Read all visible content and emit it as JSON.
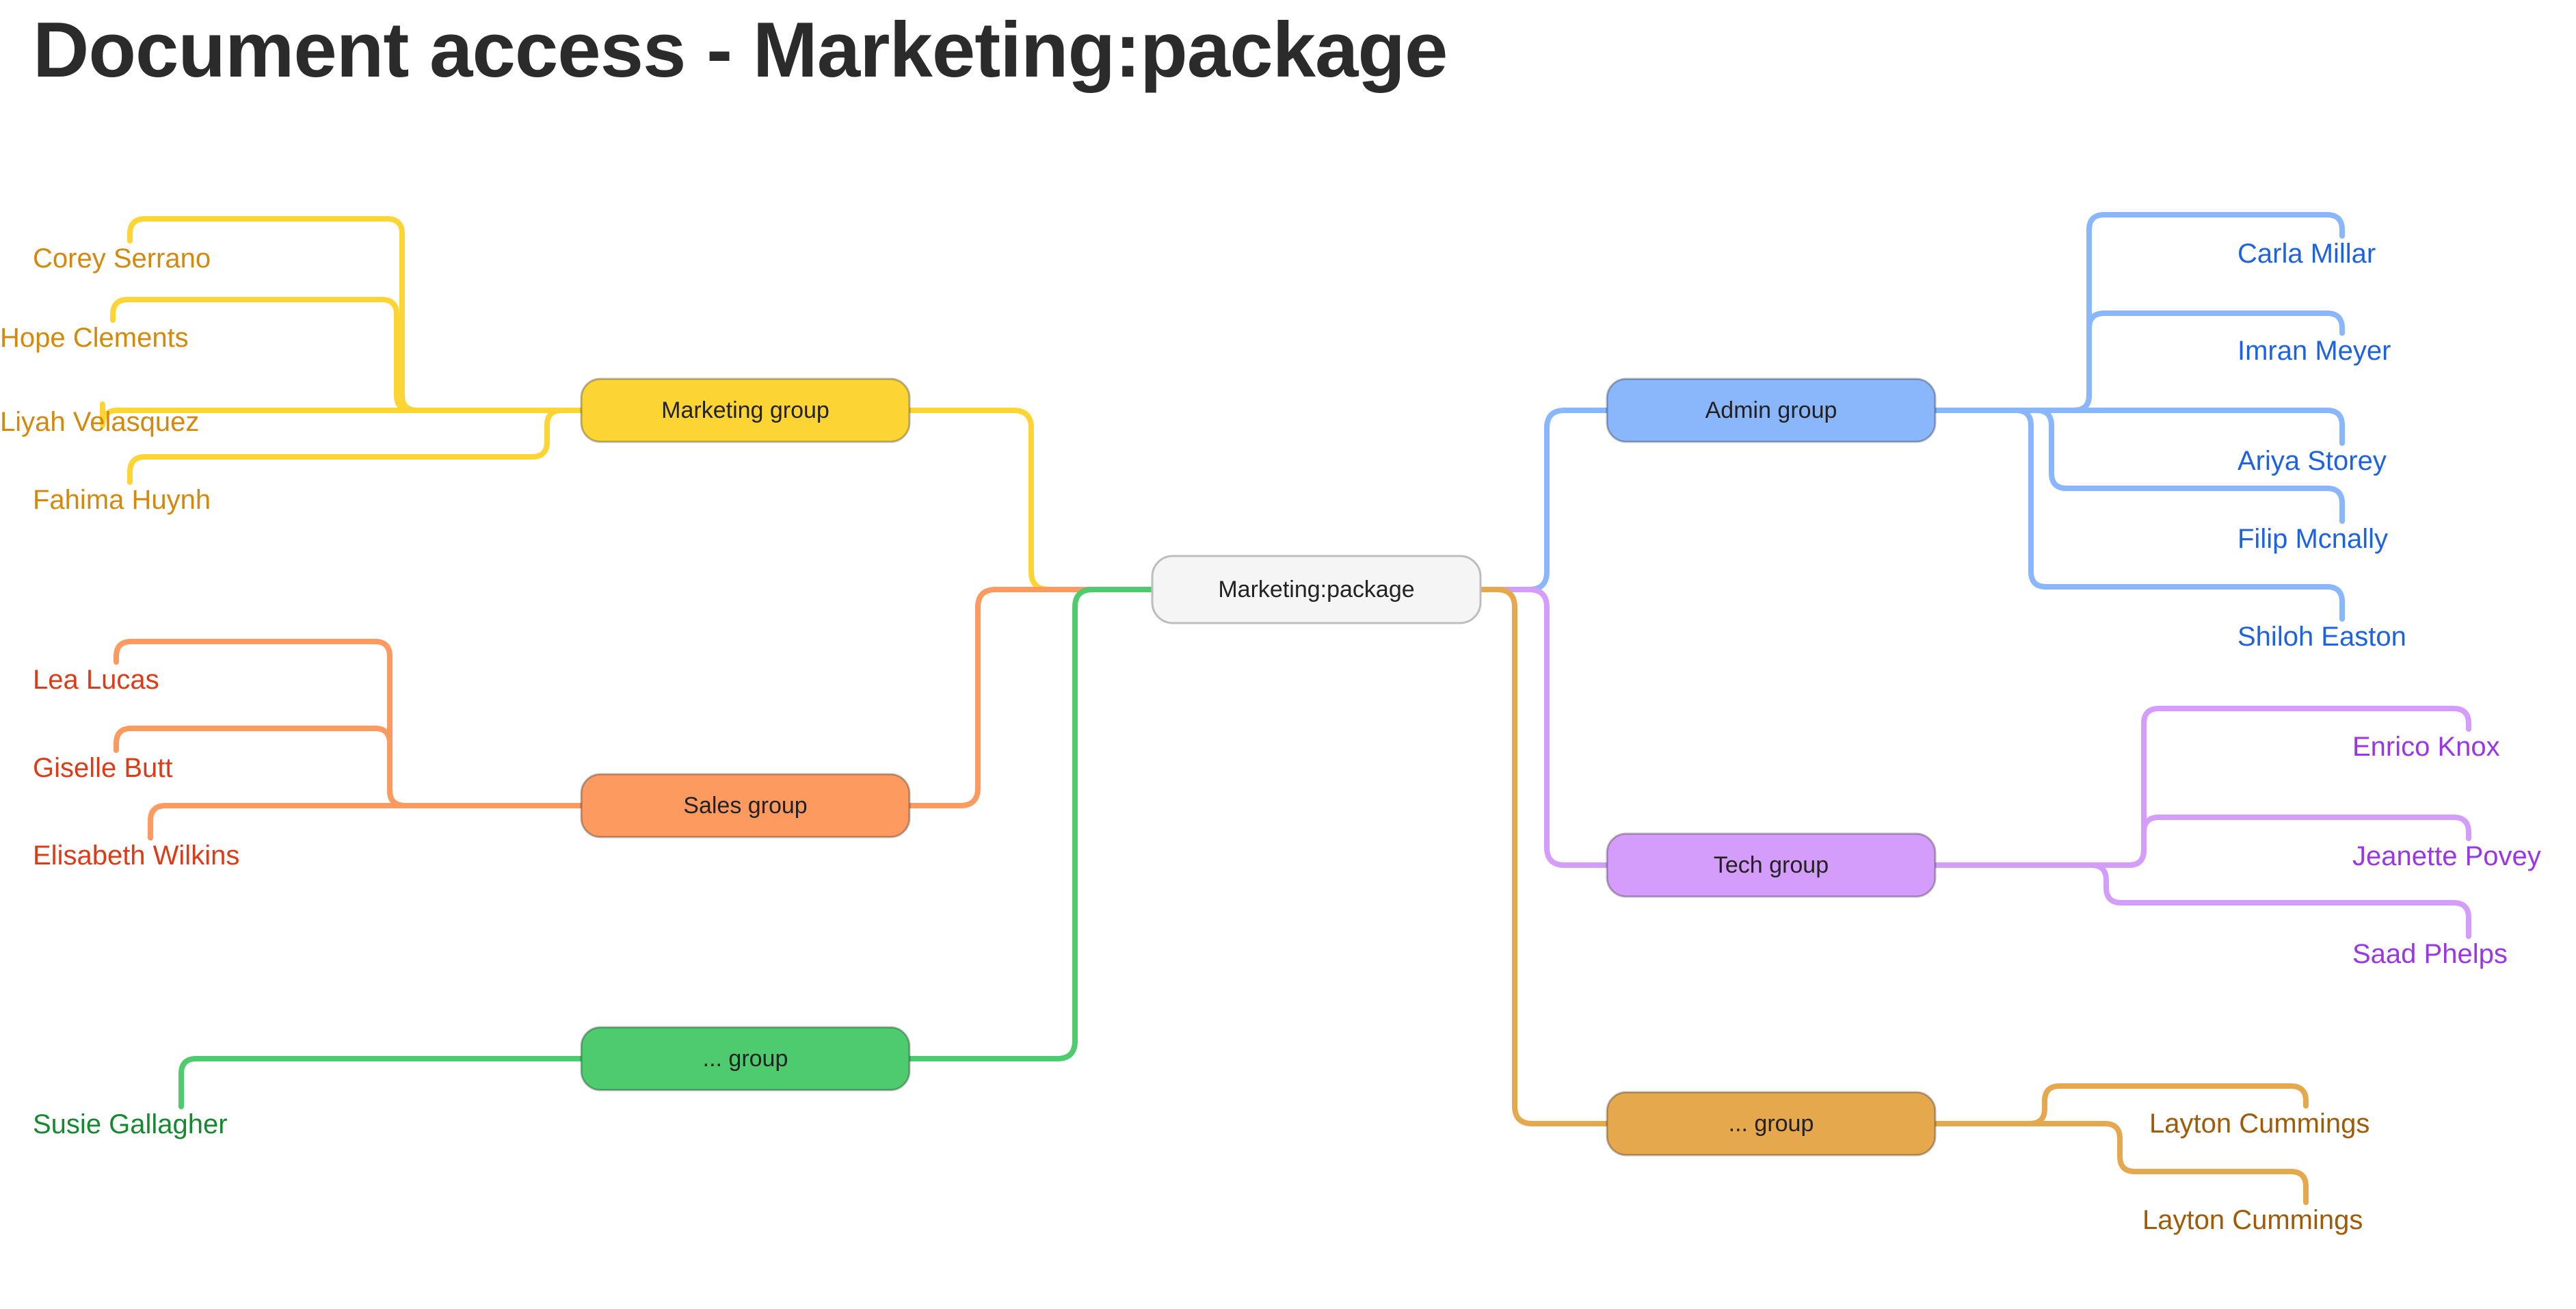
{
  "title": "Document access - Marketing:package",
  "root": {
    "label": "Marketing:package"
  },
  "groups": [
    {
      "id": "marketing",
      "label": "Marketing group",
      "color": "#fcd535",
      "text_color": "#d4890c",
      "members": [
        "Corey Serrano",
        "Hope Clements",
        "Liyah Velasquez",
        "Fahima Huynh"
      ]
    },
    {
      "id": "sales",
      "label": "Sales group",
      "color": "#fd9a60",
      "text_color": "#dd3a15",
      "members": [
        "Lea Lucas",
        "Giselle Butt",
        "Elisabeth Wilkins"
      ]
    },
    {
      "id": "other-left",
      "label": "... group",
      "color": "#4ecb6e",
      "text_color": "#16882e",
      "members": [
        "Susie Gallagher"
      ]
    },
    {
      "id": "admin",
      "label": "Admin group",
      "color": "#8ab6fb",
      "text_color": "#1d63e0",
      "members": [
        "Carla Millar",
        "Imran Meyer",
        "Ariya Storey",
        "Filip Mcnally",
        "Shiloh Easton"
      ]
    },
    {
      "id": "tech",
      "label": "Tech group",
      "color": "#d59dfb",
      "text_color": "#9b35e8",
      "members": [
        "Enrico Knox",
        "Jeanette Povey",
        "Saad Phelps"
      ]
    },
    {
      "id": "other-right",
      "label": "... group",
      "color": "#e5a84d",
      "text_color": "#a15a06",
      "members": [
        "Layton Cummings",
        "Layton Cummings"
      ]
    }
  ]
}
